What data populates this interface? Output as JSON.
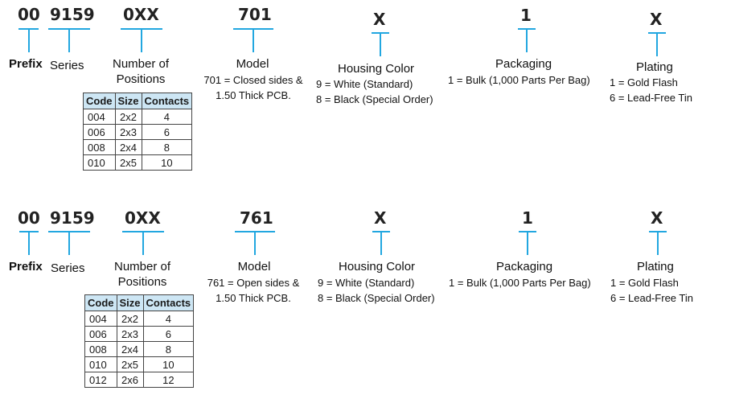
{
  "diagrams": [
    {
      "codes": {
        "prefix": "00",
        "series": "9159",
        "positions": "0XX",
        "model": "701",
        "housing": "X",
        "packaging": "1",
        "plating": "X"
      },
      "labels": {
        "prefix": "Prefix",
        "series": "Series",
        "positions_1": "Number of",
        "positions_2": "Positions",
        "model": "Model",
        "housing": "Housing Color",
        "packaging": "Packaging",
        "plating": "Plating"
      },
      "model_desc": [
        "701 = Closed sides &",
        "1.50 Thick PCB."
      ],
      "housing_desc": [
        "9 = White (Standard)",
        "8 = Black (Special Order)"
      ],
      "packaging_desc": [
        "1 = Bulk (1,000 Parts Per Bag)"
      ],
      "plating_desc": [
        "1 = Gold Flash",
        "6 = Lead-Free Tin"
      ],
      "table": {
        "headers": [
          "Code",
          "Size",
          "Contacts"
        ],
        "rows": [
          [
            "004",
            "2x2",
            "4"
          ],
          [
            "006",
            "2x3",
            "6"
          ],
          [
            "008",
            "2x4",
            "8"
          ],
          [
            "010",
            "2x5",
            "10"
          ]
        ]
      }
    },
    {
      "codes": {
        "prefix": "00",
        "series": "9159",
        "positions": "0XX",
        "model": "761",
        "housing": "X",
        "packaging": "1",
        "plating": "X"
      },
      "labels": {
        "prefix": "Prefix",
        "series": "Series",
        "positions_1": "Number of",
        "positions_2": "Positions",
        "model": "Model",
        "housing": "Housing Color",
        "packaging": "Packaging",
        "plating": "Plating"
      },
      "model_desc": [
        "761 = Open sides &",
        "1.50 Thick PCB."
      ],
      "housing_desc": [
        "9 = White (Standard)",
        "8 = Black (Special Order)"
      ],
      "packaging_desc": [
        "1 = Bulk (1,000 Parts Per Bag)"
      ],
      "plating_desc": [
        "1 = Gold Flash",
        "6 = Lead-Free Tin"
      ],
      "table": {
        "headers": [
          "Code",
          "Size",
          "Contacts"
        ],
        "rows": [
          [
            "004",
            "2x2",
            "4"
          ],
          [
            "006",
            "2x3",
            "6"
          ],
          [
            "008",
            "2x4",
            "8"
          ],
          [
            "010",
            "2x5",
            "10"
          ],
          [
            "012",
            "2x6",
            "12"
          ]
        ]
      }
    }
  ],
  "colors": {
    "accent": "#22a7e0",
    "table_header_bg": "#cde6f4"
  }
}
